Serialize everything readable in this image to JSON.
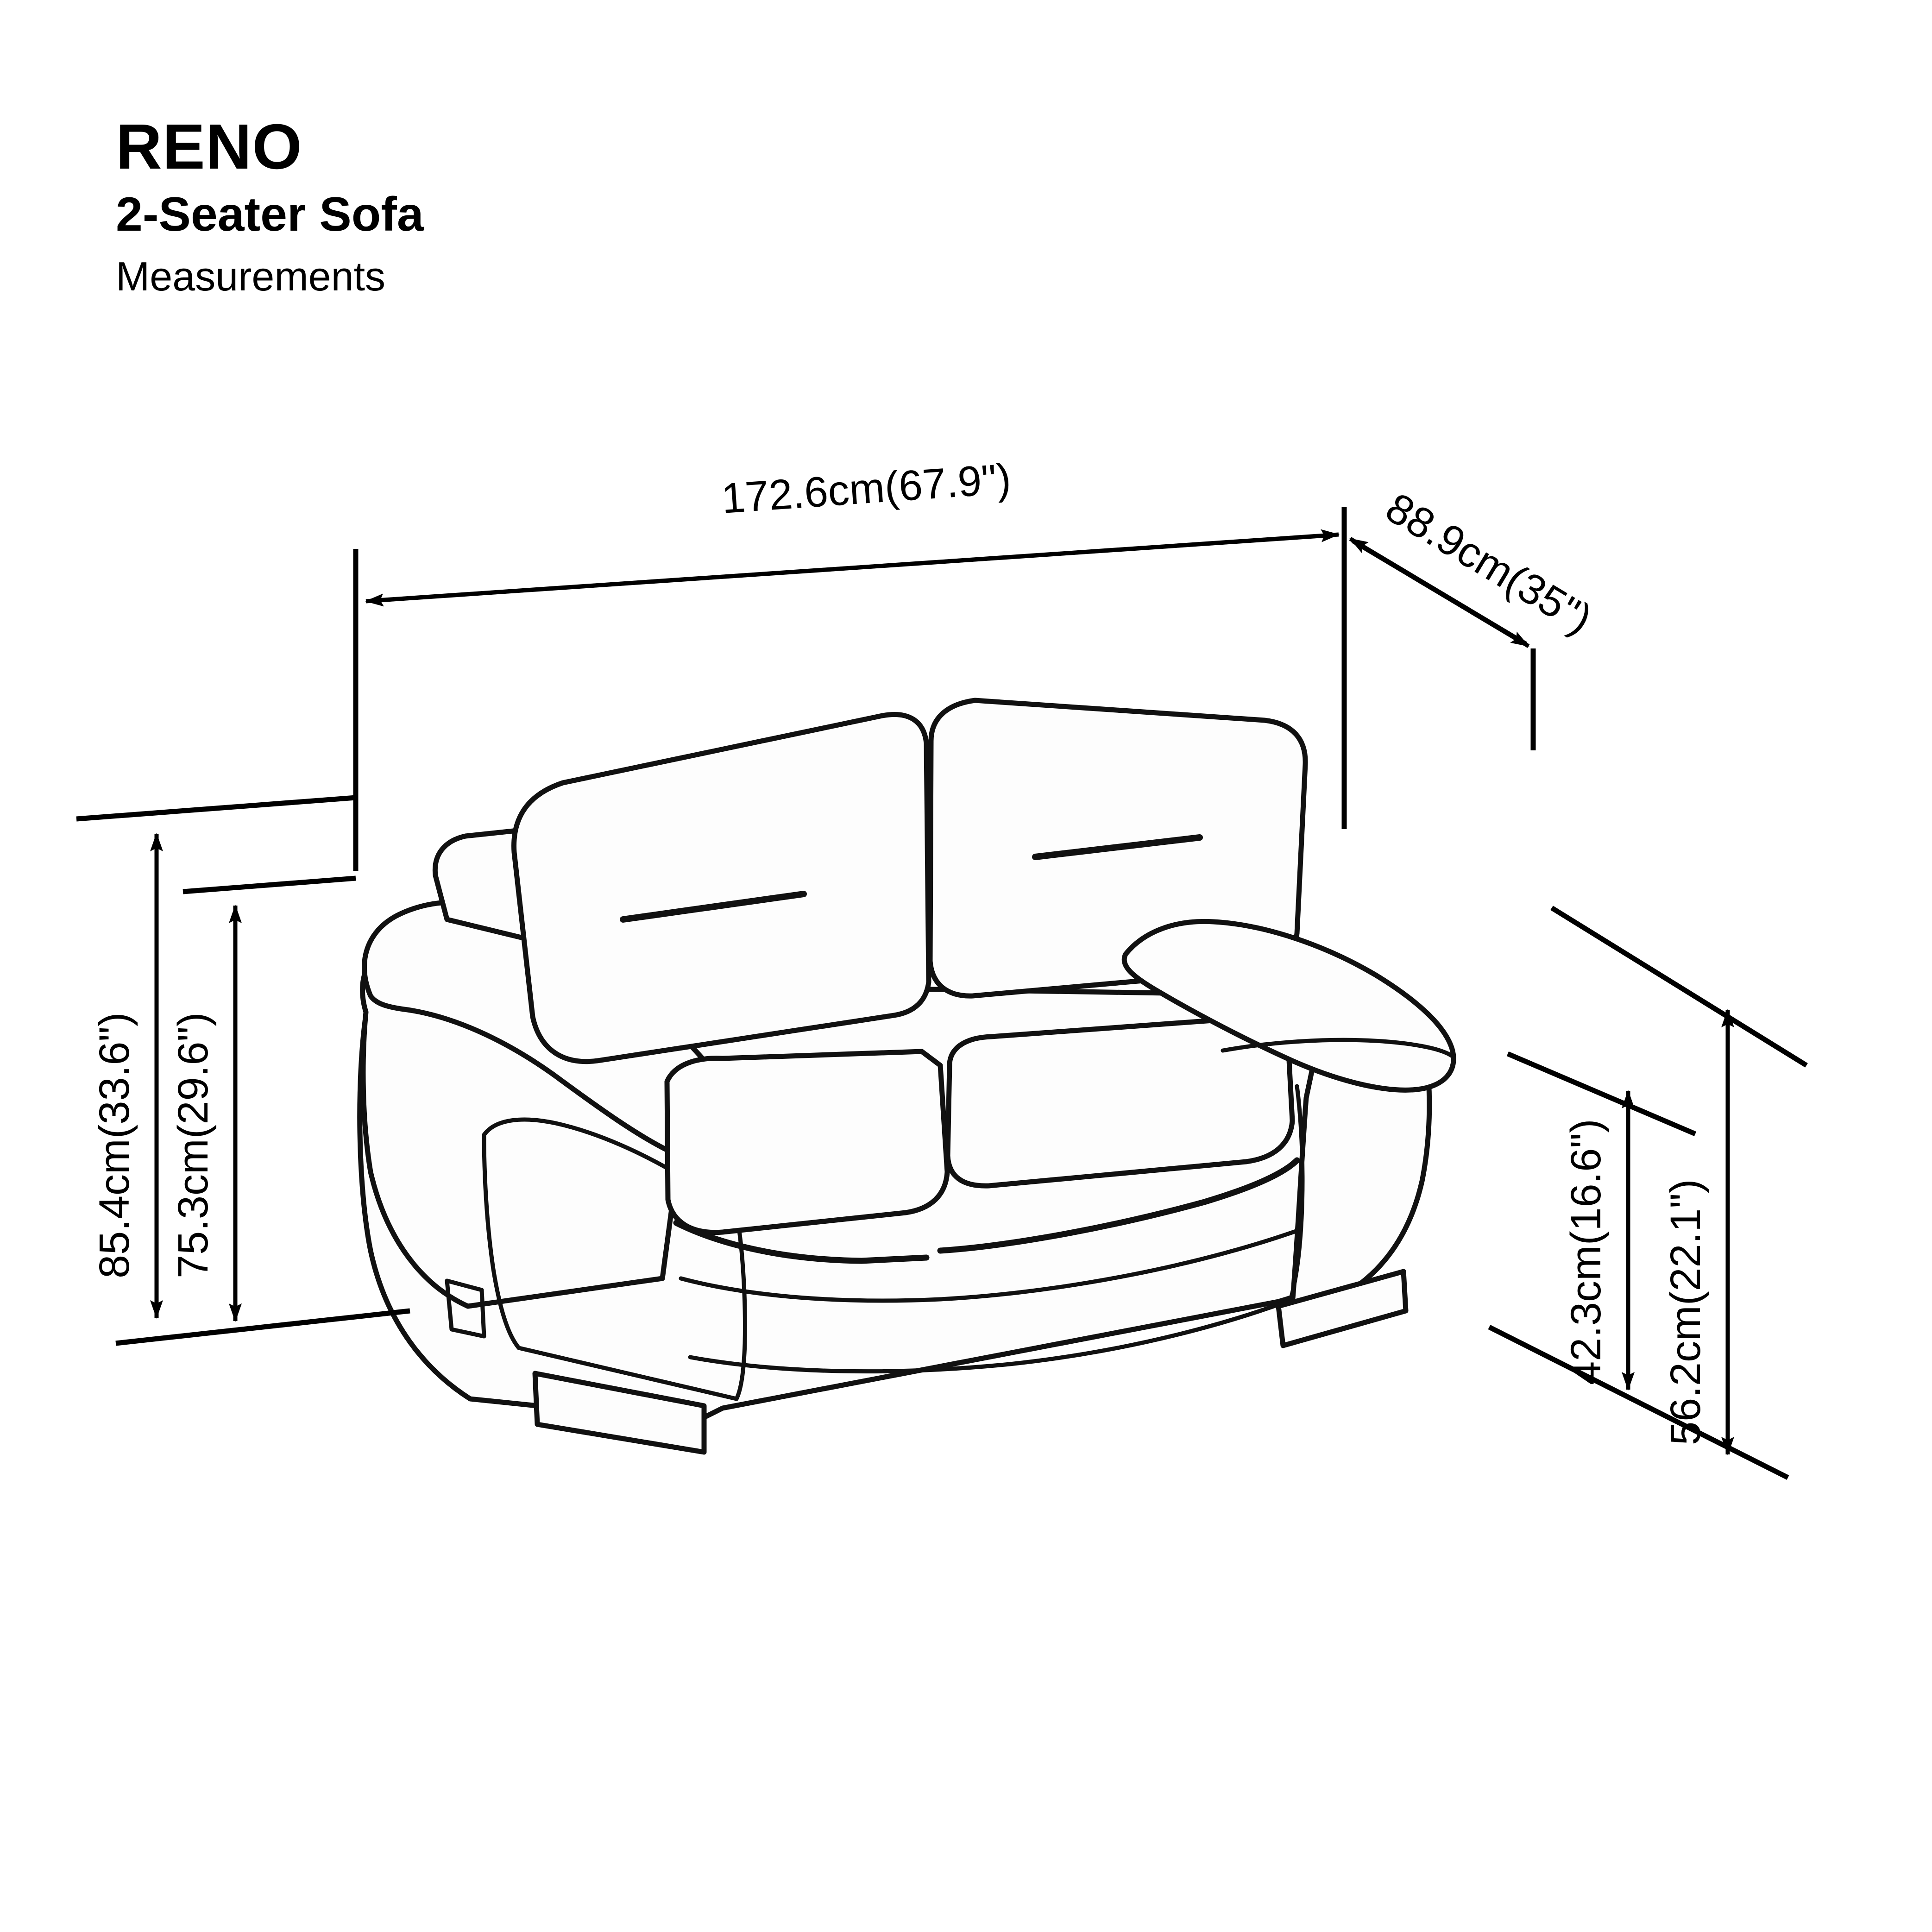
{
  "document": {
    "product_name": "RENO",
    "product_type": "2-Seater Sofa",
    "section_label": "Measurements"
  },
  "colors": {
    "line": "#111111",
    "text": "#000000",
    "background": "#ffffff",
    "fill": "#fdfdfd"
  },
  "dimensions": {
    "width": {
      "label": "172.6cm(67.9\")",
      "cm": 172.6,
      "inch": 67.9,
      "axis": "width",
      "placement": "top"
    },
    "depth": {
      "label": "88.9cm(35\")",
      "cm": 88.9,
      "inch": 35,
      "axis": "depth",
      "placement": "top-right"
    },
    "overall_height": {
      "label": "85.4cm(33.6\")",
      "cm": 85.4,
      "inch": 33.6,
      "axis": "height",
      "placement": "left-outer"
    },
    "back_height": {
      "label": "75.3cm(29.6\")",
      "cm": 75.3,
      "inch": 29.6,
      "axis": "height",
      "placement": "left-inner"
    },
    "seat_height": {
      "label": "42.3cm(16.6\")",
      "cm": 42.3,
      "inch": 16.6,
      "axis": "height",
      "placement": "right-inner"
    },
    "arm_height": {
      "label": "56.2cm(22.1\")",
      "cm": 56.2,
      "inch": 22.1,
      "axis": "height",
      "placement": "right-outer"
    }
  },
  "illustration": {
    "subject": "two-seater sofa, three-quarter perspective view",
    "features": [
      "back-cushion-left",
      "back-cushion-right",
      "seat-cushion-left",
      "seat-cushion-right",
      "arm-left",
      "arm-right",
      "base-plinth",
      "foot-front-left",
      "foot-front-right"
    ]
  }
}
